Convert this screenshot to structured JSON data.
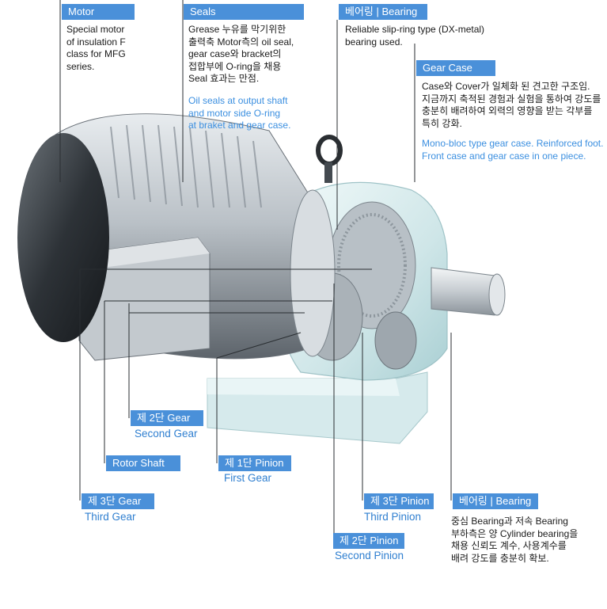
{
  "labels": {
    "motor": {
      "title": "Motor",
      "desc": [
        "Special motor",
        "of insulation F",
        "class for MFG",
        "series."
      ]
    },
    "seals": {
      "title": "Seals",
      "desc_ko": [
        "Grease 누유를 막기위한",
        "출력축 Motor측의 oil seal,",
        "gear case와 bracket의",
        "접합부에 O-ring을 채용",
        "Seal 효과는 만점."
      ],
      "desc_en": [
        "Oil seals at output shaft",
        "and motor side O-ring",
        "at braket and gear case."
      ]
    },
    "bearing_top": {
      "title": "베어링 | Bearing",
      "desc": [
        "Reliable slip-ring type (DX-metal)",
        "bearing used."
      ]
    },
    "gear_case": {
      "title": "Gear Case",
      "desc_ko": [
        "Case와 Cover가 일체화 된 견고한 구조임.",
        "지금까지 축적된 경험과 실험을 통하여 강도를",
        "충분히 배려하여 외력의 영향을 받는 각부를",
        "특히 강화."
      ],
      "desc_en": [
        "Mono-bloc type gear case. Reinforced foot.",
        "Front case and gear case in one piece."
      ]
    },
    "second_gear": {
      "title": "제 2단 Gear",
      "sub": "Second Gear"
    },
    "rotor_shaft": {
      "title": "Rotor Shaft"
    },
    "first_gear": {
      "title": "제 1단 Pinion",
      "sub": "First Gear"
    },
    "third_gear": {
      "title": "제 3단 Gear",
      "sub": "Third Gear"
    },
    "third_pinion": {
      "title": "제 3단 Pinion",
      "sub": "Third Pinion"
    },
    "bearing_bottom": {
      "title": "베어링 | Bearing",
      "desc": [
        "중심 Bearing과 저속 Bearing",
        "부하측은 양 Cylinder bearing을",
        "채용 신뢰도 계수, 사용계수를",
        "배려 강도를 충분히 확보."
      ]
    },
    "second_pinion": {
      "title": "제 2단 Pinion",
      "sub": "Second Pinion"
    }
  },
  "colors": {
    "label_bg": "#4a90d9",
    "accent_text": "#2f7fd0"
  }
}
